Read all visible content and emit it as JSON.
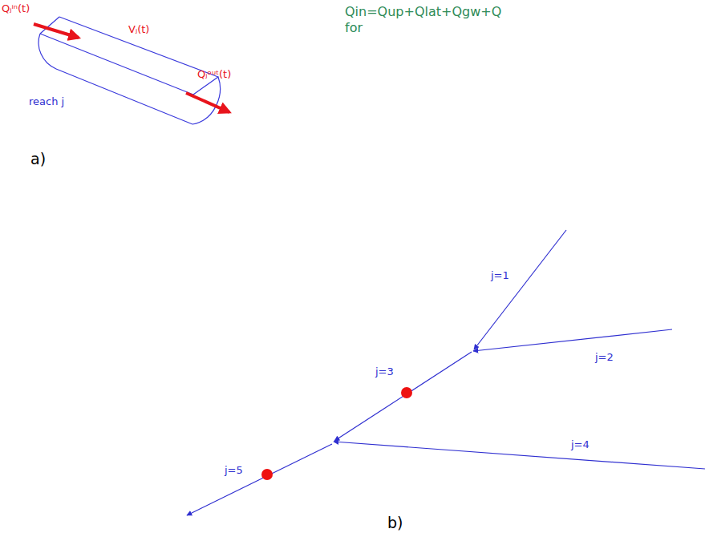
{
  "diagram": {
    "labels": [
      "Qⱼⁱⁿ(t)",
      "Vⱼ(t)",
      "Qⱼᵒᵘᵗ(t)",
      "reach j",
      "Qin=Qup+Qlat+Qgw+Q",
      "for",
      "a)",
      "j=1",
      "j=2",
      "j=3",
      "j=4",
      "j=5",
      "b)"
    ]
  }
}
